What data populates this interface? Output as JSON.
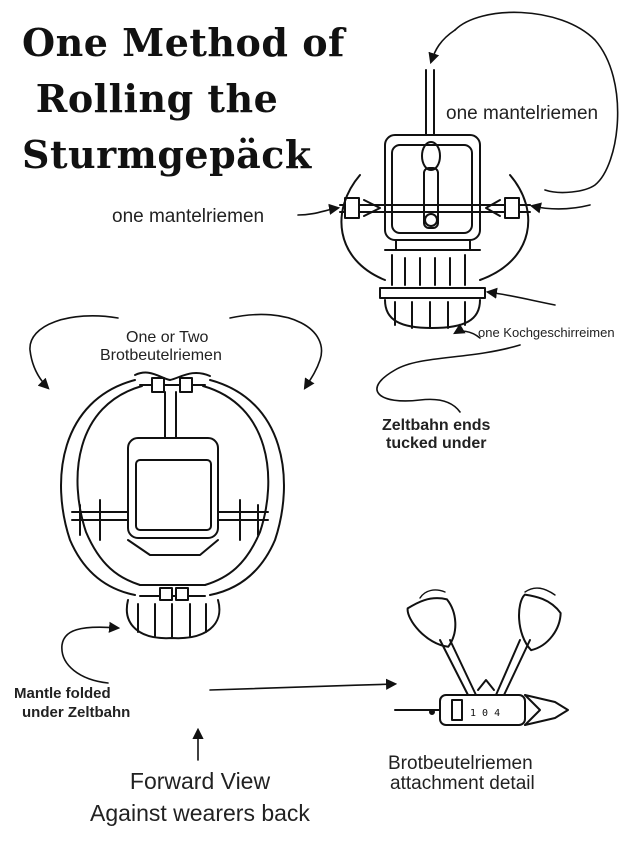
{
  "title": {
    "line1": "One Method of",
    "line2": "Rolling the",
    "line3": "Sturmgepäck"
  },
  "labels": {
    "mantelriemen_right": "one mantelriemen",
    "mantelriemen_left": "one mantelriemen",
    "kochgeschirr": "one Kochgeschirreimen",
    "zeltbahn_1": "Zeltbahn ends",
    "zeltbahn_2": "tucked under",
    "brotbeutel_top_1": "One or Two",
    "brotbeutel_top_2": "Brotbeutelriemen",
    "mantle_1": "Mantle folded",
    "mantle_2": "under Zeltbahn",
    "forward_1": "Forward View",
    "forward_2": "Against wearers back",
    "detail_1": "Brotbeutelriemen",
    "detail_2": "attachment detail"
  },
  "colors": {
    "ink": "#111111",
    "paper": "#ffffff"
  }
}
